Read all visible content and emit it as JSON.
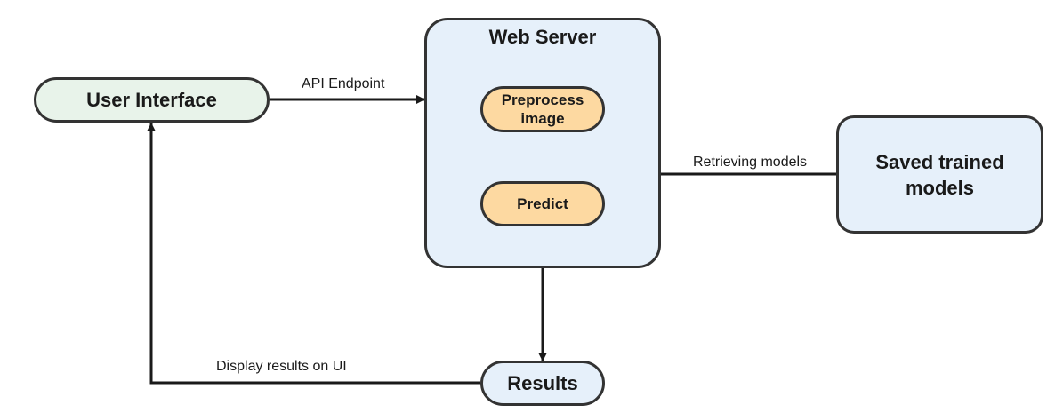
{
  "colors": {
    "ui_fill": "#e8f3ea",
    "server_fill": "#e6f0fa",
    "step_fill": "#fdd9a1",
    "model_fill": "#e6f0fa",
    "results_fill": "#e6f0fa",
    "stroke": "#333333"
  },
  "nodes": {
    "user_interface": "User Interface",
    "web_server": "Web Server",
    "preprocess": "Preprocess image",
    "predict": "Predict",
    "saved_models": "Saved trained models",
    "results": "Results"
  },
  "edges": {
    "api_endpoint": "API Endpoint",
    "retrieving_models": "Retrieving models",
    "display_results": "Display results on UI"
  }
}
